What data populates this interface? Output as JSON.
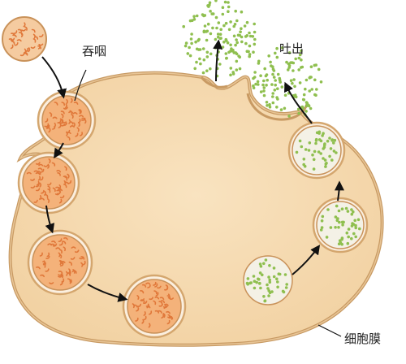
{
  "labels": {
    "phagocytosis": "吞咽",
    "exocytosis": "吐出",
    "cell_membrane": "细胞膜"
  },
  "colors": {
    "cytoplasm": "#f7ddb4",
    "membrane": "#d4a66e",
    "membrane_dark": "#c08f55",
    "vesicle_fill_orange": "#f4b27a",
    "particle_orange": "#e0783a",
    "particle_green": "#8fbf4f",
    "vesicle_fill_green": "#f4f1e6",
    "arrow": "#111111"
  },
  "icons": {
    "arrow": "arrow-icon"
  }
}
